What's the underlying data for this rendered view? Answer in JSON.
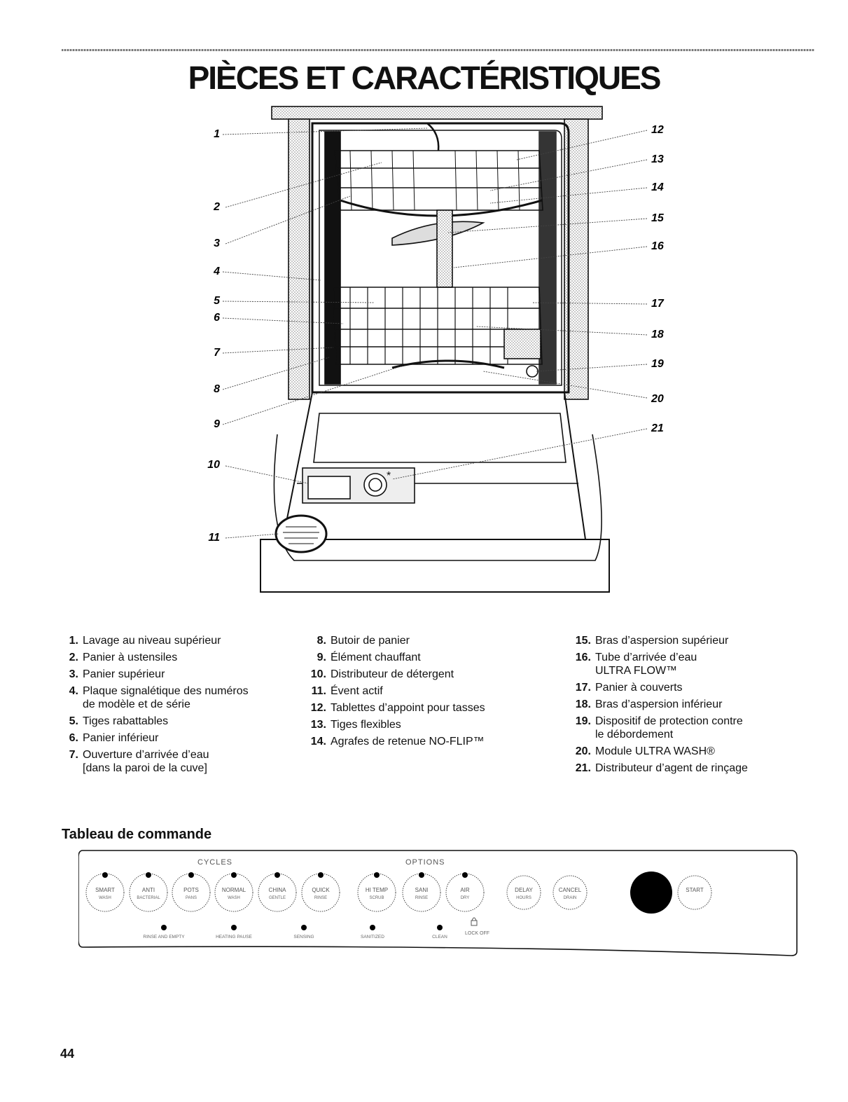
{
  "title": "PIÈCES ET CARACTÉRISTIQUES",
  "diagram": {
    "callouts_left": [
      "1",
      "2",
      "3",
      "4",
      "5",
      "6",
      "7",
      "8",
      "9",
      "10",
      "11"
    ],
    "callouts_right": [
      "12",
      "13",
      "14",
      "15",
      "16",
      "17",
      "18",
      "19",
      "20",
      "21"
    ]
  },
  "parts": {
    "col1": [
      {
        "num": "1.",
        "text": "Lavage au niveau supérieur"
      },
      {
        "num": "2.",
        "text": "Panier à ustensiles"
      },
      {
        "num": "3.",
        "text": "Panier supérieur"
      },
      {
        "num": "4.",
        "text": "Plaque signalétique des numéros\nde modèle et de série"
      },
      {
        "num": "5.",
        "text": "Tiges rabattables"
      },
      {
        "num": "6.",
        "text": "Panier inférieur"
      },
      {
        "num": "7.",
        "text": "Ouverture d’arrivée d’eau\n[dans la paroi de la cuve]"
      }
    ],
    "col2": [
      {
        "num": "8.",
        "text": "Butoir de panier"
      },
      {
        "num": "9.",
        "text": "Élément chauffant"
      },
      {
        "num": "10.",
        "text": "Distributeur de détergent"
      },
      {
        "num": "11.",
        "text": "Évent actif"
      },
      {
        "num": "12.",
        "text": "Tablettes d’appoint pour tasses"
      },
      {
        "num": "13.",
        "text": "Tiges flexibles"
      },
      {
        "num": "14.",
        "text": "Agrafes de retenue NO-FLIP™"
      }
    ],
    "col3": [
      {
        "num": "15.",
        "text": "Bras d’aspersion supérieur"
      },
      {
        "num": "16.",
        "text": "Tube d’arrivée d’eau\nULTRA FLOW™"
      },
      {
        "num": "17.",
        "text": "Panier à couverts"
      },
      {
        "num": "18.",
        "text": "Bras d’aspersion inférieur"
      },
      {
        "num": "19.",
        "text": "Dispositif de protection contre\nle  débordement"
      },
      {
        "num": "20.",
        "text": "Module ULTRA WASH®"
      },
      {
        "num": "21.",
        "text": "Distributeur d’agent de rinçage"
      }
    ]
  },
  "control_panel": {
    "section_title": "Tableau de commande",
    "group_cycles": "CYCLES",
    "group_options": "OPTIONS",
    "cycle_buttons": [
      {
        "l1": "SMART",
        "l2": "WASH"
      },
      {
        "l1": "ANTI",
        "l2": "BACTERIAL"
      },
      {
        "l1": "POTS",
        "l2": "PANS"
      },
      {
        "l1": "NORMAL",
        "l2": "WASH"
      },
      {
        "l1": "CHINA",
        "l2": "GENTLE"
      },
      {
        "l1": "QUICK",
        "l2": "RINSE"
      }
    ],
    "option_buttons": [
      {
        "l1": "HI TEMP",
        "l2": "SCRUB"
      },
      {
        "l1": "SANI",
        "l2": "RINSE"
      },
      {
        "l1": "AIR",
        "l2": "DRY"
      }
    ],
    "lock_label": "LOCK OFF",
    "delay_button": {
      "l1": "DELAY",
      "l2": "HOURS"
    },
    "cancel_button": {
      "l1": "CANCEL",
      "l2": "DRAIN"
    },
    "start_button": "START",
    "indicators": [
      "RINSE AND EMPTY",
      "HEATING PAUSE",
      "SENSING",
      "SANITIZED",
      "CLEAN"
    ]
  },
  "page_number": "44"
}
